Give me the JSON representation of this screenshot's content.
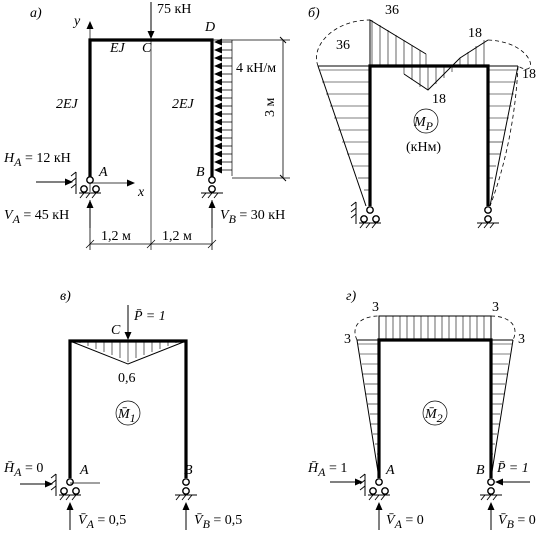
{
  "panel_a": {
    "letter": "а)",
    "axis_y": "y",
    "axis_x": "x",
    "load_top": "75 кН",
    "point_C": "C",
    "point_D": "D",
    "point_A": "A",
    "point_B": "B",
    "stiff_beam": "EJ",
    "stiff_left": "2EJ",
    "stiff_right": "2EJ",
    "dist_load": "4 кН/м",
    "dim_height": "3 м",
    "dim_span1": "1,2 м",
    "dim_span2": "1,2 м",
    "reaction_HA": "H",
    "reaction_HA_sub": "A",
    "reaction_HA_val": " = 12 кН",
    "reaction_VA": "V",
    "reaction_VA_sub": "A",
    "reaction_VA_val": " = 45 кН",
    "reaction_VB": "V",
    "reaction_VB_sub": "B",
    "reaction_VB_val": " = 30 кН"
  },
  "panel_b": {
    "letter": "б)",
    "v36_top": "36",
    "v36_left": "36",
    "v18_right": "18",
    "v18_mid": "18",
    "v18_side": "18",
    "diagram_label": "M",
    "diagram_label_sub": "P",
    "units": "(кНм)"
  },
  "panel_c": {
    "letter": "в)",
    "load": "P̄ = 1",
    "point_C": "C",
    "value": "0,6",
    "diagram_label": "M̄",
    "diagram_label_sub": "1",
    "point_A": "A",
    "point_B": "B",
    "reaction_HA": "H̄",
    "reaction_HA_sub": "A",
    "reaction_HA_val": " = 0",
    "reaction_VA": "V̄",
    "reaction_VA_sub": "A",
    "reaction_VA_val": " = 0,5",
    "reaction_VB": "V̄",
    "reaction_VB_sub": "B",
    "reaction_VB_val": " = 0,5"
  },
  "panel_d": {
    "letter": "г)",
    "v3_top_left": "3",
    "v3_top_right": "3",
    "v3_side_left": "3",
    "v3_side_right": "3",
    "diagram_label": "M̄",
    "diagram_label_sub": "2",
    "point_A": "A",
    "point_B": "B",
    "load": "P̄ = 1",
    "reaction_HA": "H̄",
    "reaction_HA_sub": "A",
    "reaction_HA_val": " = 1",
    "reaction_VA": "V̄",
    "reaction_VA_sub": "A",
    "reaction_VA_val": " = 0",
    "reaction_VB": "V̄",
    "reaction_VB_sub": "B",
    "reaction_VB_val": " = 0"
  }
}
